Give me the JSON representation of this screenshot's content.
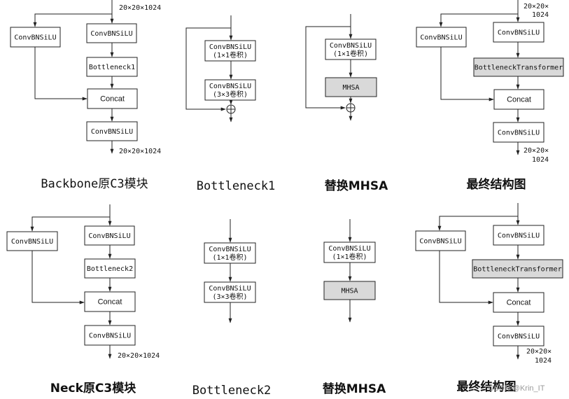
{
  "labels": {
    "conv": "ConvBNSiLU",
    "bottleneck1": "Bottleneck1",
    "bottleneck2": "Bottleneck2",
    "concat": "Concat",
    "mhsa": "MHSA",
    "bt": "BottleneckTransformer",
    "conv_1x1": "(1×1卷积)",
    "conv_3x3": "(3×3卷积)",
    "dim": "20×20×1024",
    "dim_a": "20×20×",
    "dim_b": "1024"
  },
  "captions": {
    "backbone": "Backbone原C3模块",
    "bottleneck1": "Bottleneck1",
    "replace_mhsa_top": "替换MHSA",
    "final_top": "最终结构图",
    "neck": "Neck原C3模块",
    "bottleneck2": "Bottleneck2",
    "replace_mhsa_bottom": "替换MHSA",
    "final_bottom": "最终结构图"
  },
  "watermark": "CSDN @Krin_IT"
}
